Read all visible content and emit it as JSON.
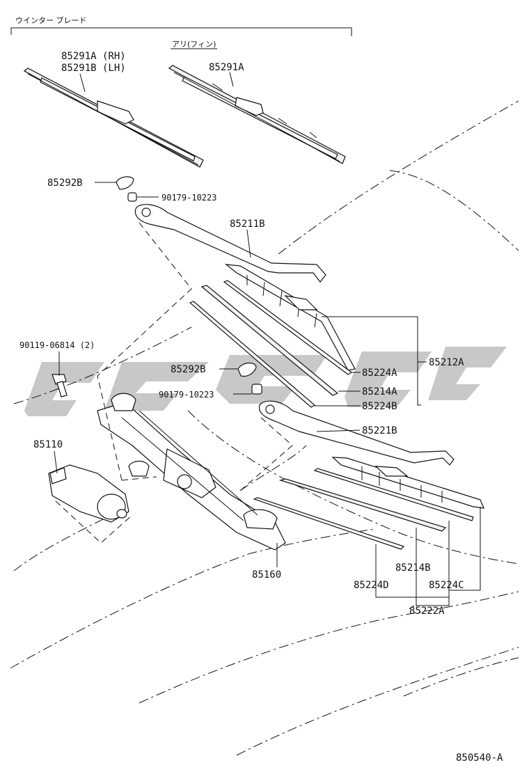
{
  "header": {
    "group_label": "ウインター ブレード",
    "sub_label": "アリ(フィン)"
  },
  "parts": {
    "blade_rh": "85291A (RH)",
    "blade_lh": "85291B (LH)",
    "blade_fin": "85291A",
    "cap_upper": "85292B",
    "nut_upper": "90179-10223",
    "arm_lh": "85211B",
    "blade_assy_lh": "85212A",
    "rubber_lh": "85214A",
    "backing_a": "85224A",
    "backing_b": "85224B",
    "bolt": "90119-06814 (2)",
    "cap_lower": "85292B",
    "nut_lower": "90179-10223",
    "arm_rh": "85221B",
    "motor": "85110",
    "link": "85160",
    "rubber_rh": "85214B",
    "backing_d": "85224D",
    "backing_c": "85224C",
    "blade_assy_rh": "85222A"
  },
  "footer": {
    "figure_code": "850540-A"
  }
}
